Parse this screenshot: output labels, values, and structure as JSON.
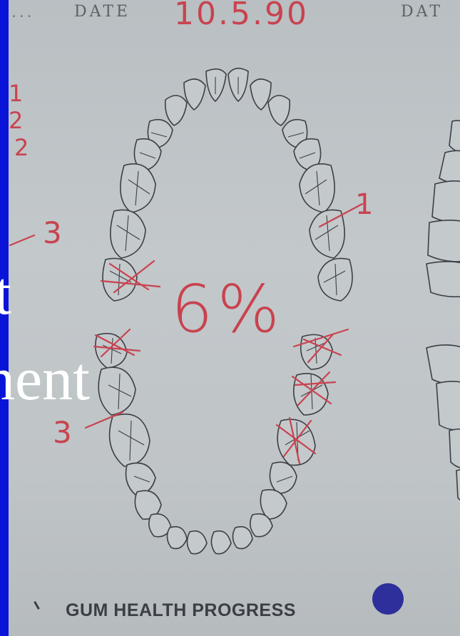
{
  "chart": {
    "date_label_left": "DATE",
    "date_label_right": "DAT",
    "date_value": "10.5.90",
    "leading_dots": "...",
    "trailing_dots": "...",
    "percent": "6%",
    "margin_numbers": [
      "1",
      "2",
      "2",
      "3"
    ],
    "upper_right_number": "1",
    "lower_left_number": "3",
    "footer_title": "GUM HEALTH PROGRESS"
  },
  "overlay": {
    "line1": "t",
    "line2": "nent"
  },
  "colors": {
    "frame": "#0a14d8",
    "paper": "#c0c5c8",
    "ink_red": "#c8434f",
    "outline": "#3d3f44",
    "footer_dot": "#2e2f9a"
  },
  "icons": {
    "footer_dot": "filled-circle",
    "tooth": "tooth-outline"
  }
}
